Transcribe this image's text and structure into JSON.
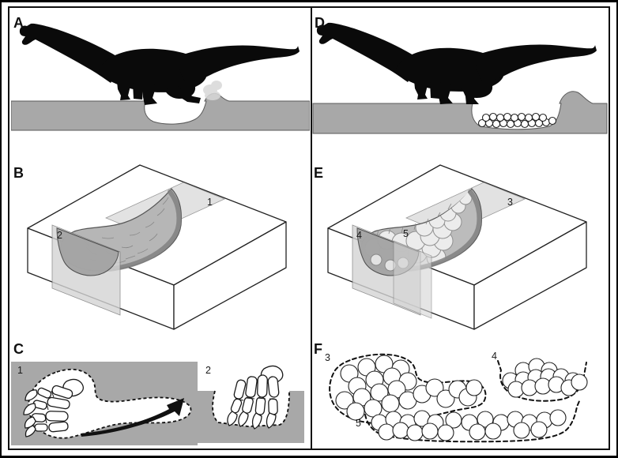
{
  "figure_labels": {
    "panel_a": "A",
    "panel_b": "B",
    "panel_c": "C",
    "panel_d": "D",
    "panel_e": "E",
    "panel_f": "F"
  },
  "panels": {
    "a": {
      "label": "A"
    },
    "b": {
      "label": "B",
      "sections": {
        "plan": "1",
        "transverse": "2"
      }
    },
    "c": {
      "label": "C",
      "sections": {
        "plan": "1",
        "transverse": "2"
      }
    },
    "d": {
      "label": "D"
    },
    "e": {
      "label": "E",
      "sections": {
        "plan": "3",
        "transverse": "4",
        "longitudinal": "5"
      }
    },
    "f": {
      "label": "F",
      "sections": {
        "plan": "3",
        "transverse": "4",
        "longitudinal": "5"
      }
    }
  },
  "colors": {
    "background": "#ffffff",
    "border": "#000000",
    "substrate_gray": "#a8a8a8",
    "trace_fill_gray": "#b6b6b6",
    "trace_shadow_gray": "#818181",
    "section_plane_gray": "#d8d8d8",
    "cut_face_gray": "#a2a2a2",
    "egg_fill_3d": "#ececec",
    "egg_fill_plain": "#ffffff",
    "dust_gray": "#d8d8d8",
    "silhouette_black": "#0a0a0a"
  }
}
